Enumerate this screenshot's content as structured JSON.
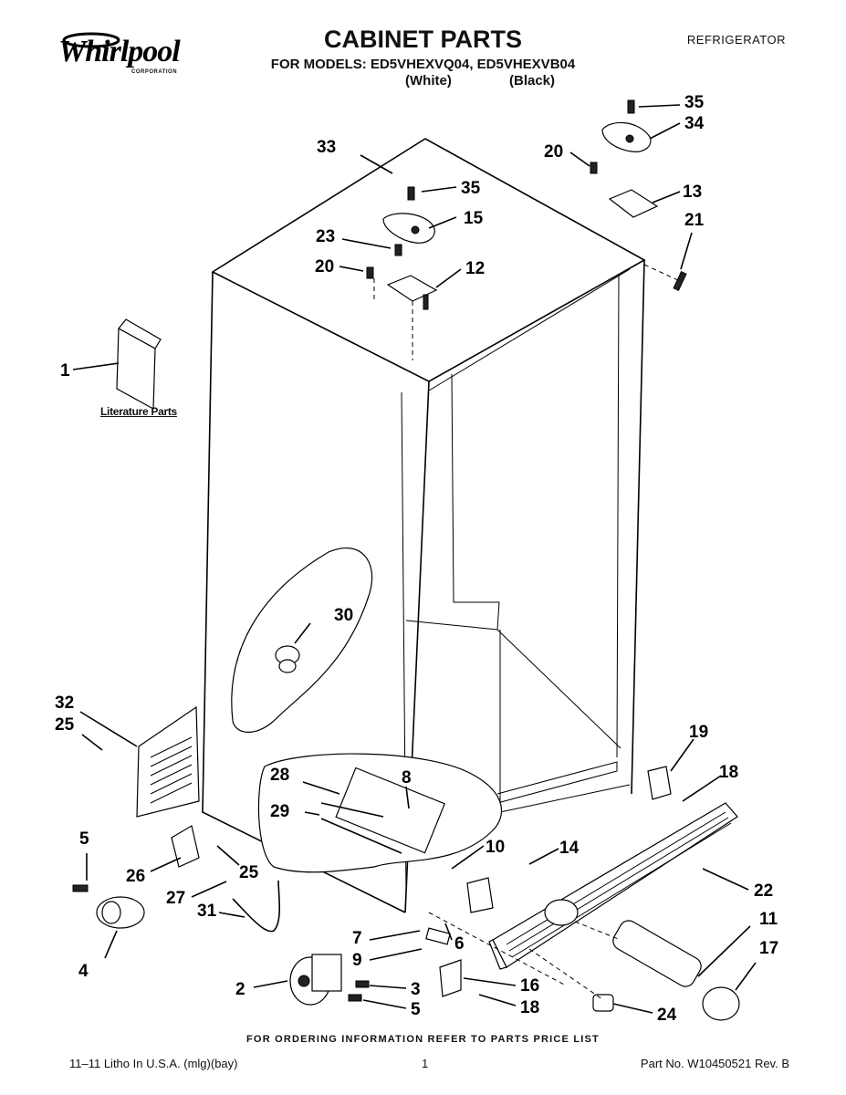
{
  "header": {
    "brand": "Whirlpool",
    "brand_sub": "CORPORATION",
    "title": "CABINET PARTS",
    "models_line": "FOR MODELS: ED5VHEXVQ04, ED5VHEXVB04",
    "color_white": "(White)",
    "color_black": "(Black)",
    "category": "REFRIGERATOR"
  },
  "literature_label": "Literature Parts",
  "callouts": [
    "1",
    "2",
    "3",
    "4",
    "5",
    "5",
    "6",
    "7",
    "8",
    "9",
    "10",
    "11",
    "12",
    "13",
    "14",
    "15",
    "16",
    "17",
    "18",
    "18",
    "19",
    "20",
    "20",
    "21",
    "22",
    "23",
    "24",
    "25",
    "25",
    "26",
    "27",
    "28",
    "29",
    "30",
    "31",
    "32",
    "33",
    "34",
    "35",
    "35"
  ],
  "footer": {
    "ordering_note": "FOR ORDERING INFORMATION REFER TO PARTS PRICE LIST",
    "litho": "11–11 Litho In U.S.A. (mlg)(bay)",
    "page": "1",
    "part_no": "Part No. W10450521 Rev. B"
  }
}
